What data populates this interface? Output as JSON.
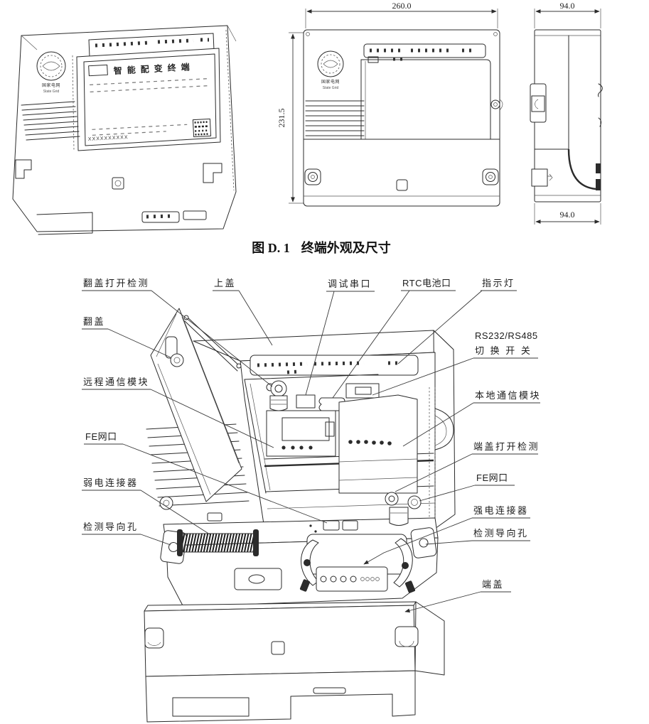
{
  "colors": {
    "ink": "#2b2b2b",
    "paper": "#ffffff"
  },
  "caption": {
    "fig": "图 D. 1",
    "text": "终端外观及尺寸"
  },
  "top_views": {
    "nameplate": {
      "title": "智能配变终端",
      "serial": "XXXXXXXXXX"
    },
    "logo": {
      "cn": "国家电网",
      "en": "State Grid"
    },
    "dims": {
      "front_width": "260.0",
      "front_height": "231.5",
      "side_top": "94.0",
      "side_bottom": "94.0"
    }
  },
  "callouts": {
    "flip_open_detect": "翻盖打开检测",
    "flip_cover": "翻盖",
    "remote_module": "远程通信模块",
    "fe_port_left": "FE网口",
    "weak_connector": "弱电连接器",
    "guide_hole_left": "检测导向孔",
    "top_cover": "上盖",
    "debug_port": "调试串口",
    "rtc_battery": "RTC电池口",
    "indicator_light": "指示灯",
    "rs_switch_l1": "RS232/RS485",
    "rs_switch_l2": "切 换 开 关",
    "local_module": "本地通信模块",
    "end_cover_open_detect": "端盖打开检测",
    "fe_port_right": "FE网口",
    "strong_connector": "强电连接器",
    "guide_hole_right": "检测导向孔",
    "end_cover": "端盖"
  }
}
